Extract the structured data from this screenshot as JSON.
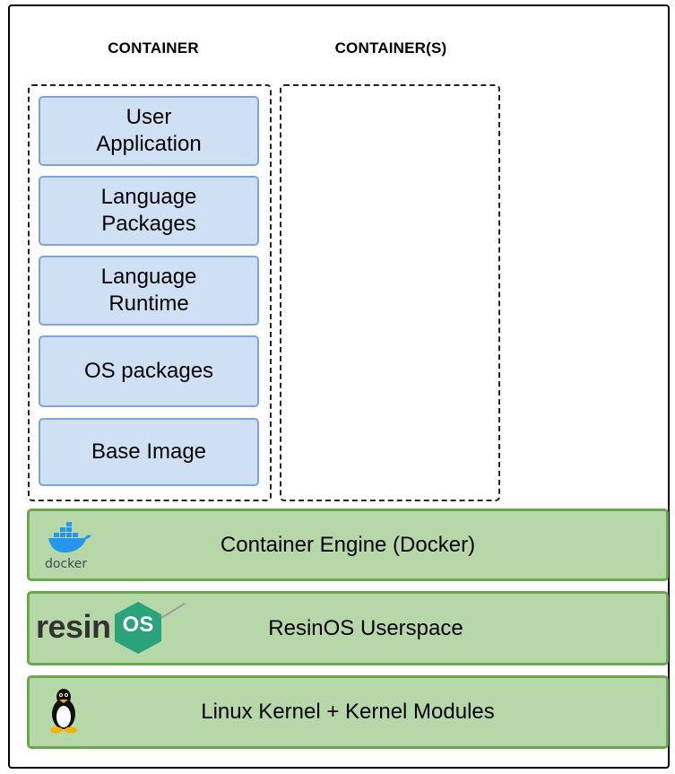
{
  "columns": {
    "left_title": "CONTAINER",
    "right_title": "CONTAINER(S)"
  },
  "container_layers": [
    "User\nApplication",
    "Language\nPackages",
    "Language\nRuntime",
    "OS packages",
    "Base Image"
  ],
  "host_layers": {
    "engine": "Container Engine (Docker)",
    "userspace": "ResinOS Userspace",
    "kernel": "Linux Kernel + Kernel Modules"
  },
  "logos": {
    "docker_text": "docker",
    "resin_text": "resin",
    "os_text": "OS"
  },
  "colors": {
    "container_layer_fill": "#cfe0f5",
    "container_layer_border": "#7fa4d6",
    "host_layer_fill": "#b6d7a8",
    "host_layer_border": "#6aa84f",
    "resin_os_hex": "#2aa37c"
  }
}
